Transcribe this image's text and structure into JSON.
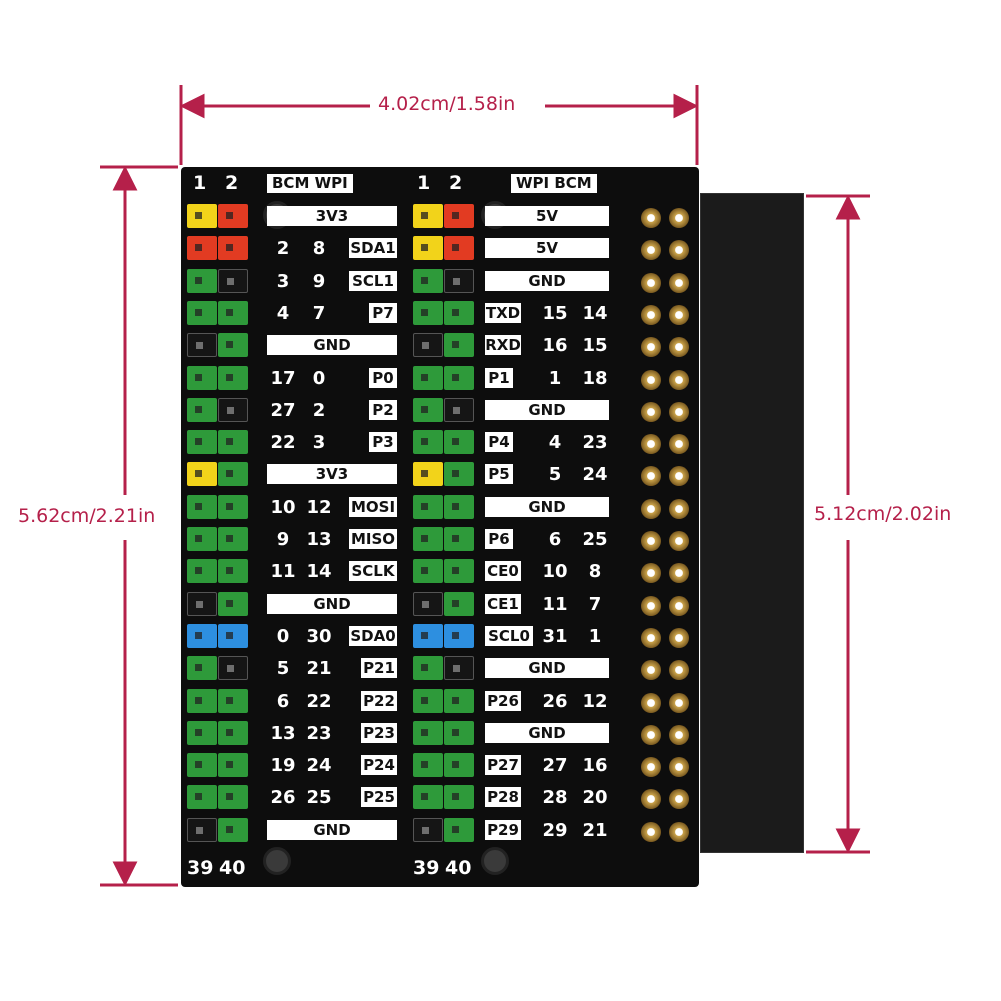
{
  "dimensions": {
    "width": "4.02cm/1.58in",
    "height_left": "5.62cm/2.21in",
    "height_right": "5.12cm/2.02in"
  },
  "colors": {
    "dim": "#b5204a",
    "green": "#2e9a3a",
    "yellow": "#f2d31a",
    "red": "#e23b22",
    "blue": "#2d8fe0",
    "dark": "#151515"
  },
  "left_header": {
    "pin_top_a": "1",
    "pin_top_b": "2",
    "label": "BCM WPI",
    "pin_bot_a": "39",
    "pin_bot_b": "40"
  },
  "right_header": {
    "pin_top_a": "1",
    "pin_top_b": "2",
    "label": "WPI BCM",
    "pin_bot_a": "39",
    "pin_bot_b": "40"
  },
  "left_pins": [
    {
      "a": "yellow",
      "b": "red"
    },
    {
      "a": "red",
      "b": "red"
    },
    {
      "a": "green",
      "b": "dark"
    },
    {
      "a": "green",
      "b": "green"
    },
    {
      "a": "dark",
      "b": "green"
    },
    {
      "a": "green",
      "b": "green"
    },
    {
      "a": "green",
      "b": "dark"
    },
    {
      "a": "green",
      "b": "green"
    },
    {
      "a": "yellow",
      "b": "green"
    },
    {
      "a": "green",
      "b": "green"
    },
    {
      "a": "green",
      "b": "green"
    },
    {
      "a": "green",
      "b": "green"
    },
    {
      "a": "dark",
      "b": "green"
    },
    {
      "a": "blue",
      "b": "blue"
    },
    {
      "a": "green",
      "b": "dark"
    },
    {
      "a": "green",
      "b": "green"
    },
    {
      "a": "green",
      "b": "green"
    },
    {
      "a": "green",
      "b": "green"
    },
    {
      "a": "green",
      "b": "green"
    },
    {
      "a": "dark",
      "b": "green"
    }
  ],
  "right_pins": [
    {
      "a": "yellow",
      "b": "red"
    },
    {
      "a": "yellow",
      "b": "red"
    },
    {
      "a": "green",
      "b": "dark"
    },
    {
      "a": "green",
      "b": "green"
    },
    {
      "a": "dark",
      "b": "green"
    },
    {
      "a": "green",
      "b": "green"
    },
    {
      "a": "green",
      "b": "dark"
    },
    {
      "a": "green",
      "b": "green"
    },
    {
      "a": "yellow",
      "b": "green"
    },
    {
      "a": "green",
      "b": "green"
    },
    {
      "a": "green",
      "b": "green"
    },
    {
      "a": "green",
      "b": "green"
    },
    {
      "a": "dark",
      "b": "green"
    },
    {
      "a": "blue",
      "b": "blue"
    },
    {
      "a": "green",
      "b": "dark"
    },
    {
      "a": "green",
      "b": "green"
    },
    {
      "a": "green",
      "b": "green"
    },
    {
      "a": "green",
      "b": "green"
    },
    {
      "a": "green",
      "b": "green"
    },
    {
      "a": "dark",
      "b": "green"
    }
  ],
  "left_rows": [
    {
      "full": "3V3"
    },
    {
      "bcm": "2",
      "wpi": "8",
      "label": "SDA1"
    },
    {
      "bcm": "3",
      "wpi": "9",
      "label": "SCL1"
    },
    {
      "bcm": "4",
      "wpi": "7",
      "label": "P7"
    },
    {
      "full": "GND"
    },
    {
      "bcm": "17",
      "wpi": "0",
      "label": "P0"
    },
    {
      "bcm": "27",
      "wpi": "2",
      "label": "P2"
    },
    {
      "bcm": "22",
      "wpi": "3",
      "label": "P3"
    },
    {
      "full": "3V3"
    },
    {
      "bcm": "10",
      "wpi": "12",
      "label": "MOSI"
    },
    {
      "bcm": "9",
      "wpi": "13",
      "label": "MISO"
    },
    {
      "bcm": "11",
      "wpi": "14",
      "label": "SCLK"
    },
    {
      "full": "GND"
    },
    {
      "bcm": "0",
      "wpi": "30",
      "label": "SDA0"
    },
    {
      "bcm": "5",
      "wpi": "21",
      "label": "P21"
    },
    {
      "bcm": "6",
      "wpi": "22",
      "label": "P22"
    },
    {
      "bcm": "13",
      "wpi": "23",
      "label": "P23"
    },
    {
      "bcm": "19",
      "wpi": "24",
      "label": "P24"
    },
    {
      "bcm": "26",
      "wpi": "25",
      "label": "P25"
    },
    {
      "full": "GND"
    }
  ],
  "right_rows": [
    {
      "full": "5V"
    },
    {
      "full": "5V"
    },
    {
      "full": "GND"
    },
    {
      "label": "TXD",
      "wpi": "15",
      "bcm": "14"
    },
    {
      "label": "RXD",
      "wpi": "16",
      "bcm": "15"
    },
    {
      "label": "P1",
      "wpi": "1",
      "bcm": "18"
    },
    {
      "full": "GND"
    },
    {
      "label": "P4",
      "wpi": "4",
      "bcm": "23"
    },
    {
      "label": "P5",
      "wpi": "5",
      "bcm": "24"
    },
    {
      "full": "GND"
    },
    {
      "label": "P6",
      "wpi": "6",
      "bcm": "25"
    },
    {
      "label": "CE0",
      "wpi": "10",
      "bcm": "8"
    },
    {
      "label": "CE1",
      "wpi": "11",
      "bcm": "7"
    },
    {
      "label": "SCL0",
      "wpi": "31",
      "bcm": "1"
    },
    {
      "full": "GND"
    },
    {
      "label": "P26",
      "wpi": "26",
      "bcm": "12"
    },
    {
      "full": "GND"
    },
    {
      "label": "P27",
      "wpi": "27",
      "bcm": "16"
    },
    {
      "label": "P28",
      "wpi": "28",
      "bcm": "20"
    },
    {
      "label": "P29",
      "wpi": "29",
      "bcm": "21"
    }
  ],
  "connector_rows": 20
}
